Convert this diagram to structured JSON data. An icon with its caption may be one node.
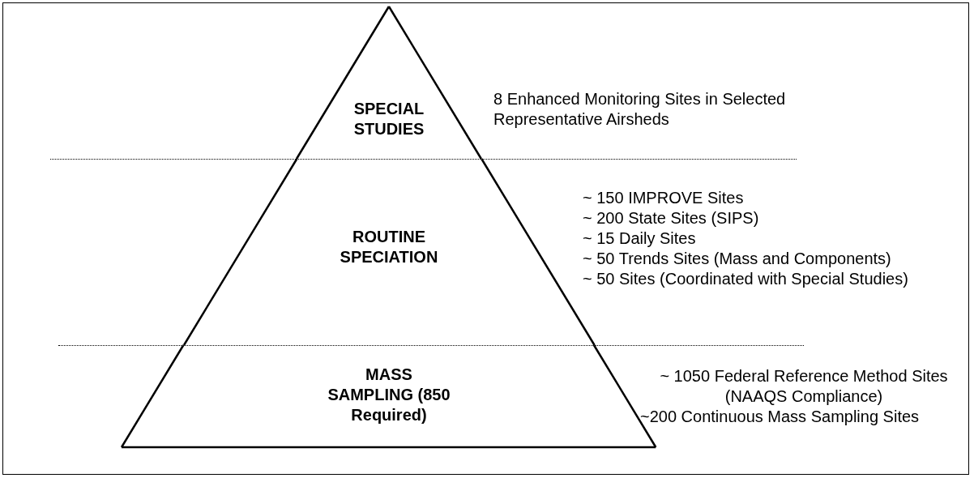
{
  "diagram": {
    "nodes": [
      {
        "text": [
          "SPECIAL STUDIES"
        ],
        "beside": [
          "8 Enhanced Monitoring Sites in Selected Representative Airsheds"
        ]
      },
      {
        "text": [
          "ROUTINE SPECIATION"
        ],
        "beside": [
          "~ 150 IMPROVE Sites",
          "~ 200 State Sites (SIPS)",
          "~ 15 Daily Sites",
          "~ 50 Trends Sites  (Mass and Components)",
          "~ 50 Sites (Coordinated with Special Studies)"
        ]
      },
      {
        "text": [
          "MASS SAMPLING (850 Required)"
        ],
        "beside": [
          "~ 1050 Federal Reference Method Sites (NAAQS Compliance)",
          "~200 Continuous Mass Sampling Sites"
        ]
      }
    ]
  }
}
